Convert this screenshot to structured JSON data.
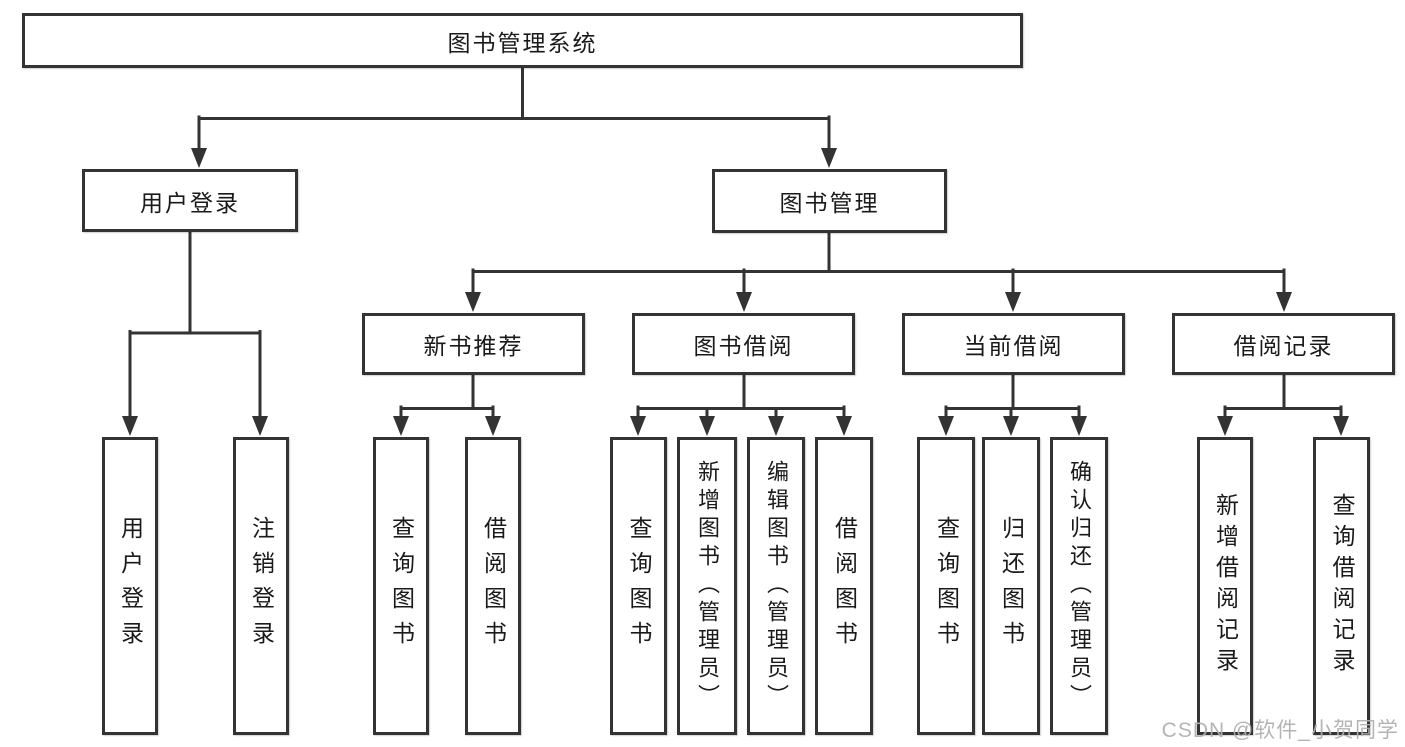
{
  "watermark": "CSDN @软件_小贺同学",
  "colors": {
    "line": "#333333",
    "box_border": "#333333",
    "text": "#1a1a1a",
    "background": "#ffffff",
    "watermark": "#b0b0b0"
  },
  "tree": {
    "root": {
      "label": "图书管理系统",
      "children": [
        {
          "label": "用户登录",
          "children": [
            {
              "label": "用户登录"
            },
            {
              "label": "注销登录"
            }
          ]
        },
        {
          "label": "图书管理",
          "children": [
            {
              "label": "新书推荐",
              "children": [
                {
                  "label": "查询图书"
                },
                {
                  "label": "借阅图书"
                }
              ]
            },
            {
              "label": "图书借阅",
              "children": [
                {
                  "label": "查询图书"
                },
                {
                  "label": "新增图书（管理员）"
                },
                {
                  "label": "编辑图书（管理员）"
                },
                {
                  "label": "借阅图书"
                }
              ]
            },
            {
              "label": "当前借阅",
              "children": [
                {
                  "label": "查询图书"
                },
                {
                  "label": "归还图书"
                },
                {
                  "label": "确认归还（管理员）"
                }
              ]
            },
            {
              "label": "借阅记录",
              "children": [
                {
                  "label": "新增借阅记录"
                },
                {
                  "label": "查询借阅记录"
                }
              ]
            }
          ]
        }
      ]
    }
  }
}
